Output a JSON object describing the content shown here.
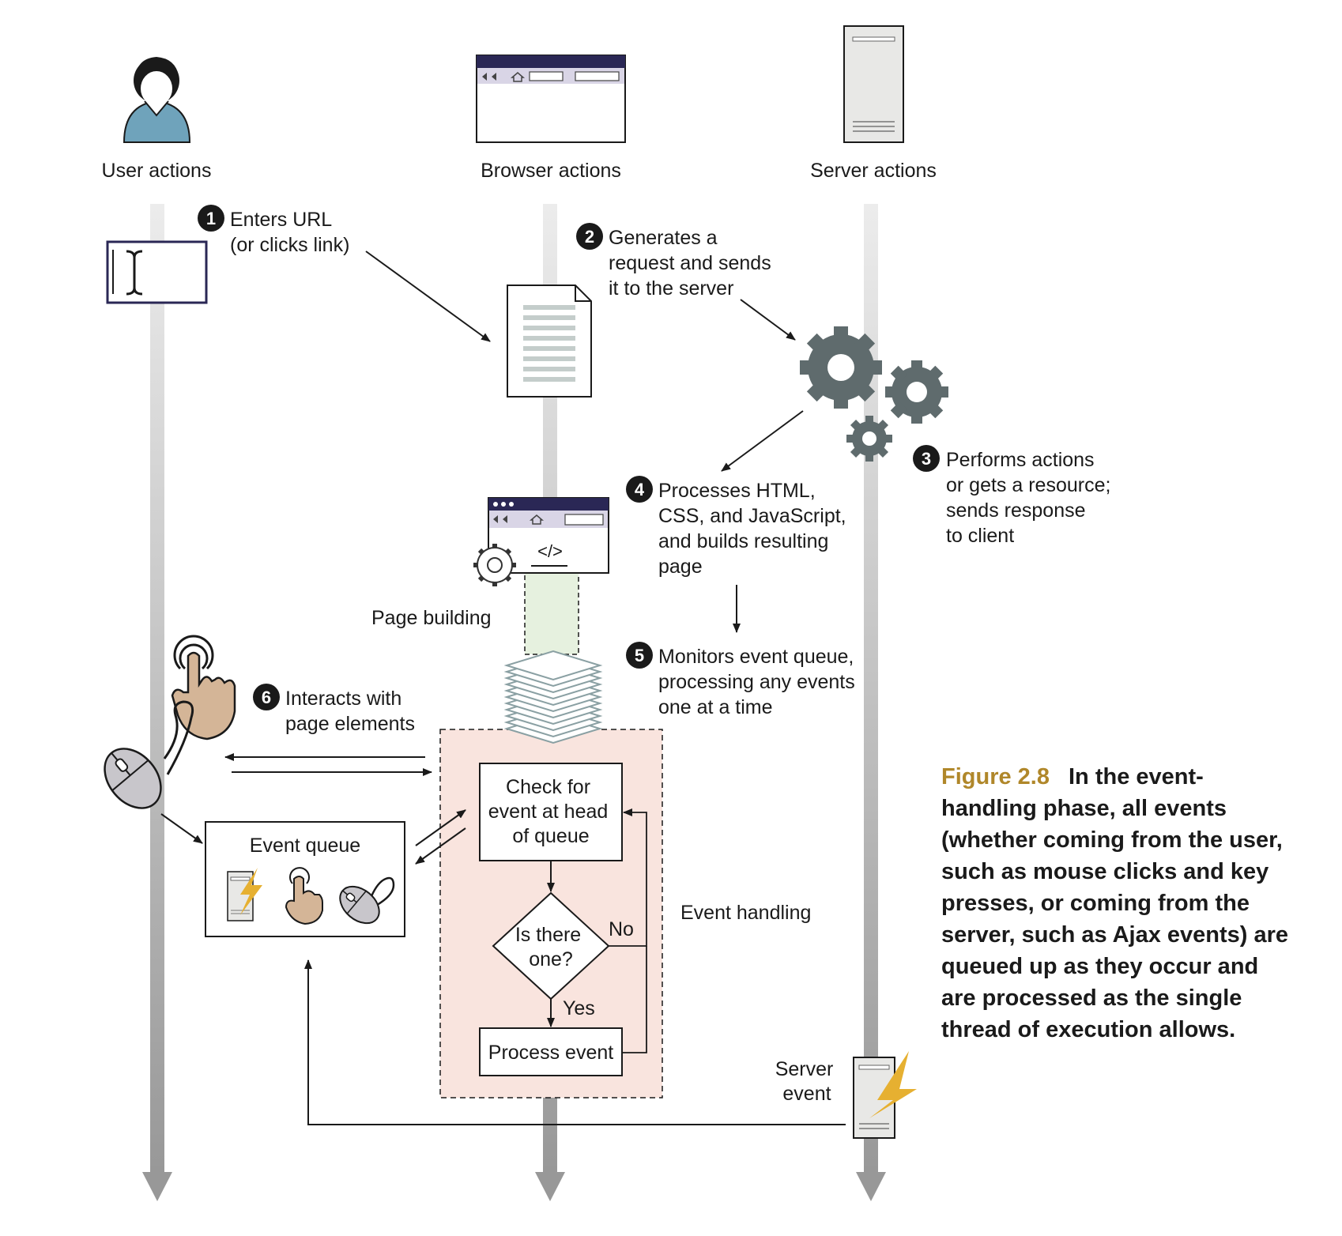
{
  "lanes": {
    "user": "User actions",
    "browser": "Browser actions",
    "server": "Server actions"
  },
  "steps": {
    "s1": {
      "num": "1",
      "lines": [
        "Enters URL",
        "(or clicks link)"
      ]
    },
    "s2": {
      "num": "2",
      "lines": [
        "Generates a",
        "request and sends",
        "it to the server"
      ]
    },
    "s3": {
      "num": "3",
      "lines": [
        "Performs actions",
        "or gets a resource;",
        "sends response",
        "to client"
      ]
    },
    "s4": {
      "num": "4",
      "lines": [
        "Processes HTML,",
        "CSS, and JavaScript,",
        "and builds resulting",
        "page"
      ]
    },
    "s5": {
      "num": "5",
      "lines": [
        "Monitors event queue,",
        "processing any events",
        "one at a time"
      ]
    },
    "s6": {
      "num": "6",
      "lines": [
        "Interacts with",
        "page elements"
      ]
    }
  },
  "labels": {
    "page_building": "Page building",
    "event_handling": "Event handling",
    "event_queue": "Event queue",
    "check_lines": [
      "Check for",
      "event at head",
      "of queue"
    ],
    "decision_lines": [
      "Is there",
      "one?"
    ],
    "no": "No",
    "yes": "Yes",
    "process_event": "Process event",
    "server_event_lines": [
      "Server",
      "event"
    ],
    "code_glyph": "</>"
  },
  "caption": {
    "figure": "Figure 2.8",
    "text": "In the event-handling phase, all events (whether coming from the user, such as mouse clicks and key presses, or coming from the server, such as Ajax events) are queued up as they occur and are processed as the single thread of execution allows."
  },
  "colors": {
    "lane_dark": "#9c9c9c",
    "lane_light": "#ececec",
    "accent_gold": "#b0872a",
    "event_handling_fill": "#f9e4de",
    "page_building_fill": "#e6f1df",
    "gear": "#5f6b6d",
    "user_shirt": "#6fa3bb",
    "hand": "#d4b597",
    "browser_bar": "#2a2755",
    "bolt": "#e6b031"
  },
  "icons": [
    "user-icon",
    "browser-window-icon",
    "server-icon",
    "text-cursor-icon",
    "document-icon",
    "gears-icon",
    "browser-code-icon",
    "gear-icon",
    "event-stack-icon",
    "touch-hand-icon",
    "mouse-icon",
    "server-event-icon"
  ]
}
